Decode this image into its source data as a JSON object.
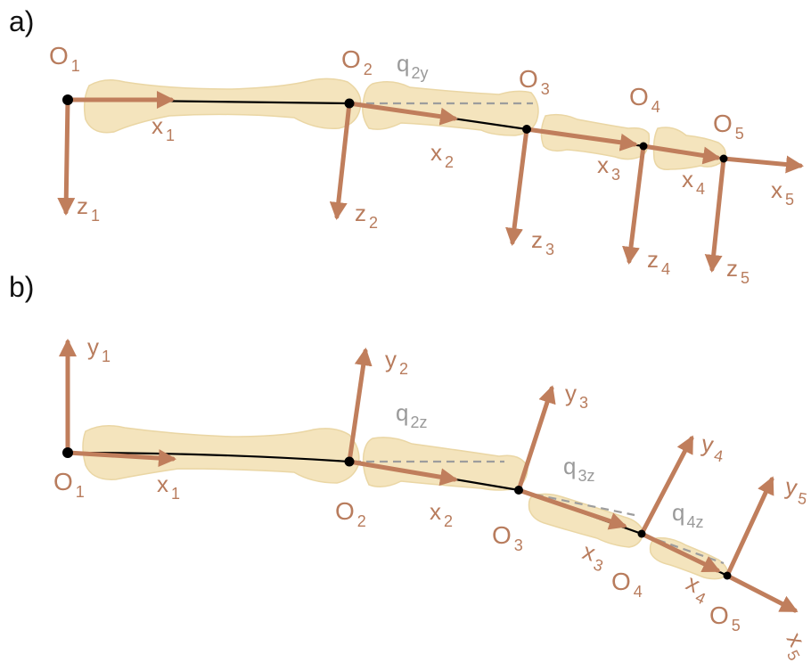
{
  "panel_a": {
    "label": "a)",
    "origins": [
      {
        "main": "O",
        "sub": "1"
      },
      {
        "main": "O",
        "sub": "2"
      },
      {
        "main": "O",
        "sub": "3"
      },
      {
        "main": "O",
        "sub": "4"
      },
      {
        "main": "O",
        "sub": "5"
      }
    ],
    "x_axes": [
      {
        "main": "x",
        "sub": "1"
      },
      {
        "main": "x",
        "sub": "2"
      },
      {
        "main": "x",
        "sub": "3"
      },
      {
        "main": "x",
        "sub": "4"
      },
      {
        "main": "x",
        "sub": "5"
      }
    ],
    "z_axes": [
      {
        "main": "z",
        "sub": "1"
      },
      {
        "main": "z",
        "sub": "2"
      },
      {
        "main": "z",
        "sub": "3"
      },
      {
        "main": "z",
        "sub": "4"
      },
      {
        "main": "z",
        "sub": "5"
      }
    ],
    "angles": [
      {
        "main": "q",
        "sub": "2y"
      }
    ]
  },
  "panel_b": {
    "label": "b)",
    "origins": [
      {
        "main": "O",
        "sub": "1"
      },
      {
        "main": "O",
        "sub": "2"
      },
      {
        "main": "O",
        "sub": "3"
      },
      {
        "main": "O",
        "sub": "4"
      },
      {
        "main": "O",
        "sub": "5"
      }
    ],
    "x_axes": [
      {
        "main": "x",
        "sub": "1"
      },
      {
        "main": "x",
        "sub": "2"
      },
      {
        "main": "x",
        "sub": "3"
      },
      {
        "main": "x",
        "sub": "4"
      },
      {
        "main": "x",
        "sub": "5"
      }
    ],
    "y_axes": [
      {
        "main": "y",
        "sub": "1"
      },
      {
        "main": "y",
        "sub": "2"
      },
      {
        "main": "y",
        "sub": "3"
      },
      {
        "main": "y",
        "sub": "4"
      },
      {
        "main": "y",
        "sub": "5"
      }
    ],
    "angles": [
      {
        "main": "q",
        "sub": "2z"
      },
      {
        "main": "q",
        "sub": "3z"
      },
      {
        "main": "q",
        "sub": "4z"
      }
    ]
  },
  "colors": {
    "axis": "#c07e5c",
    "bone": "#f4e4bd",
    "reference_line": "#9d9d9d",
    "chain": "#000000"
  }
}
